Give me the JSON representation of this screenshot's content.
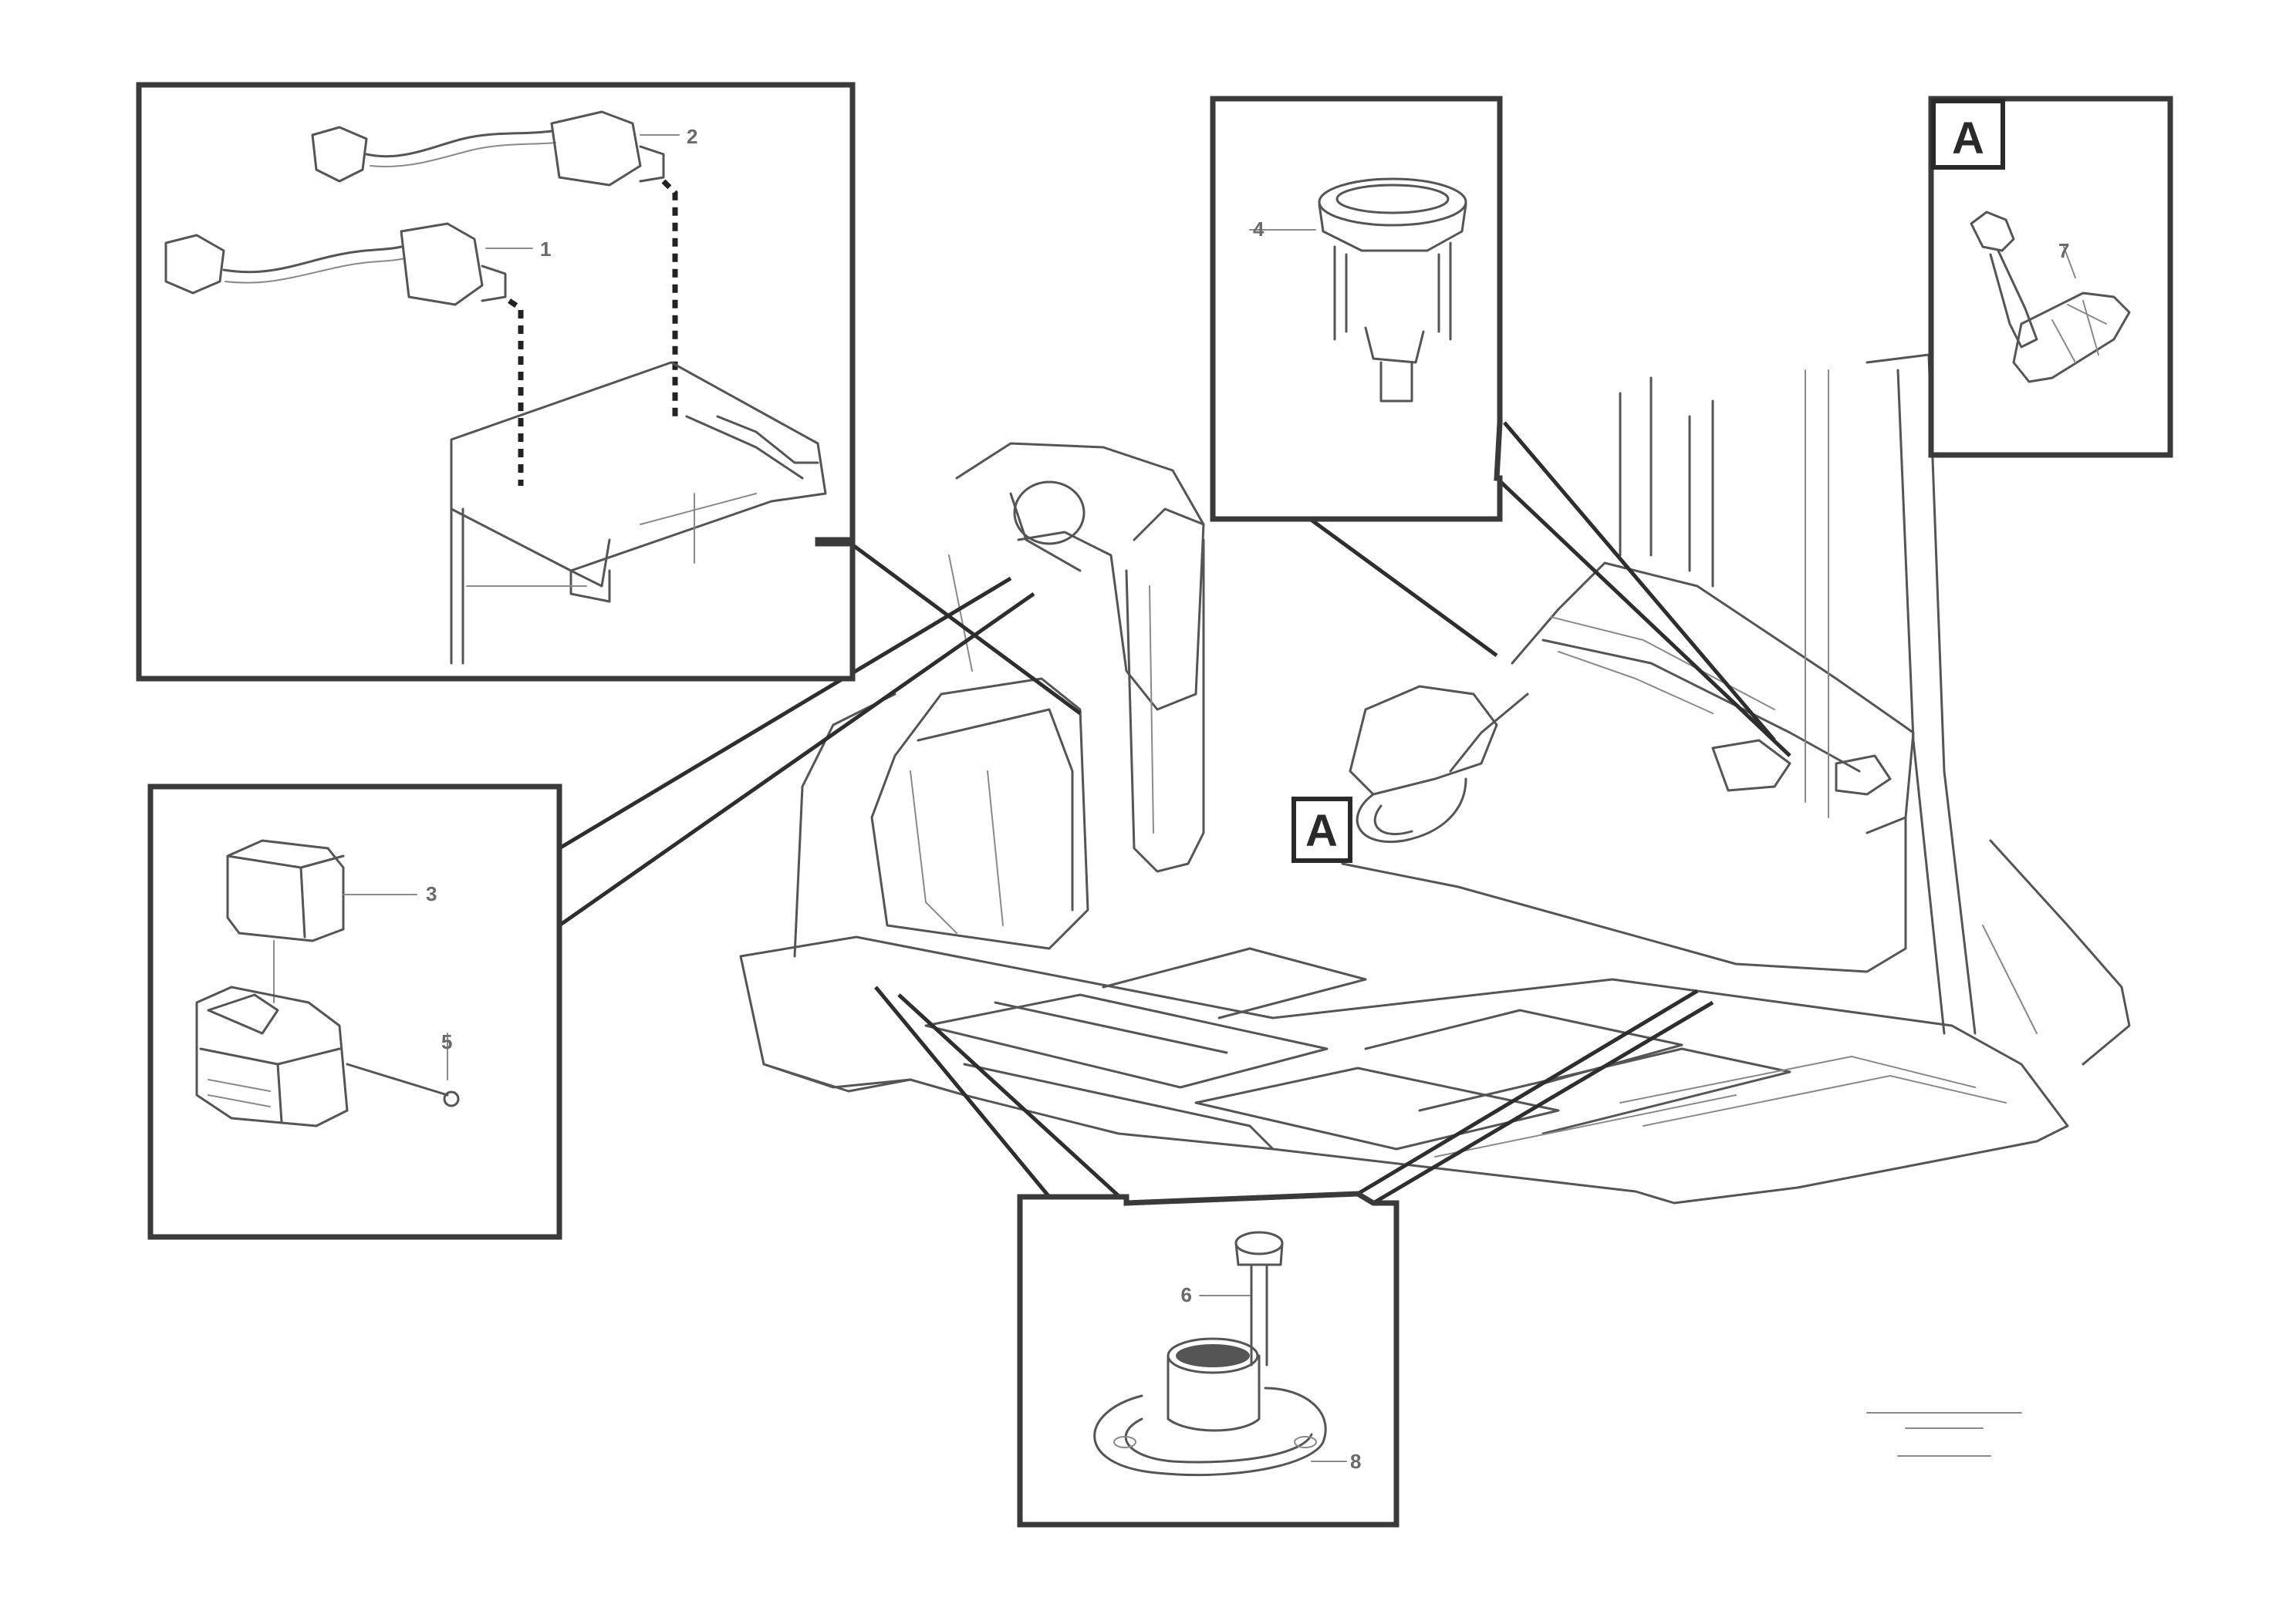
{
  "view_marker": {
    "label": "A"
  },
  "callouts": {
    "top_left_item_upper": "2",
    "top_left_item_lower": "1",
    "top_center_item": "4",
    "detail_a_item": "7",
    "left_item_cube": "3",
    "left_item_screw": "5",
    "bottom_item_bolt": "6",
    "bottom_item_plate": "8"
  },
  "reference": {
    "line1": "",
    "line2": "",
    "line3": ""
  }
}
